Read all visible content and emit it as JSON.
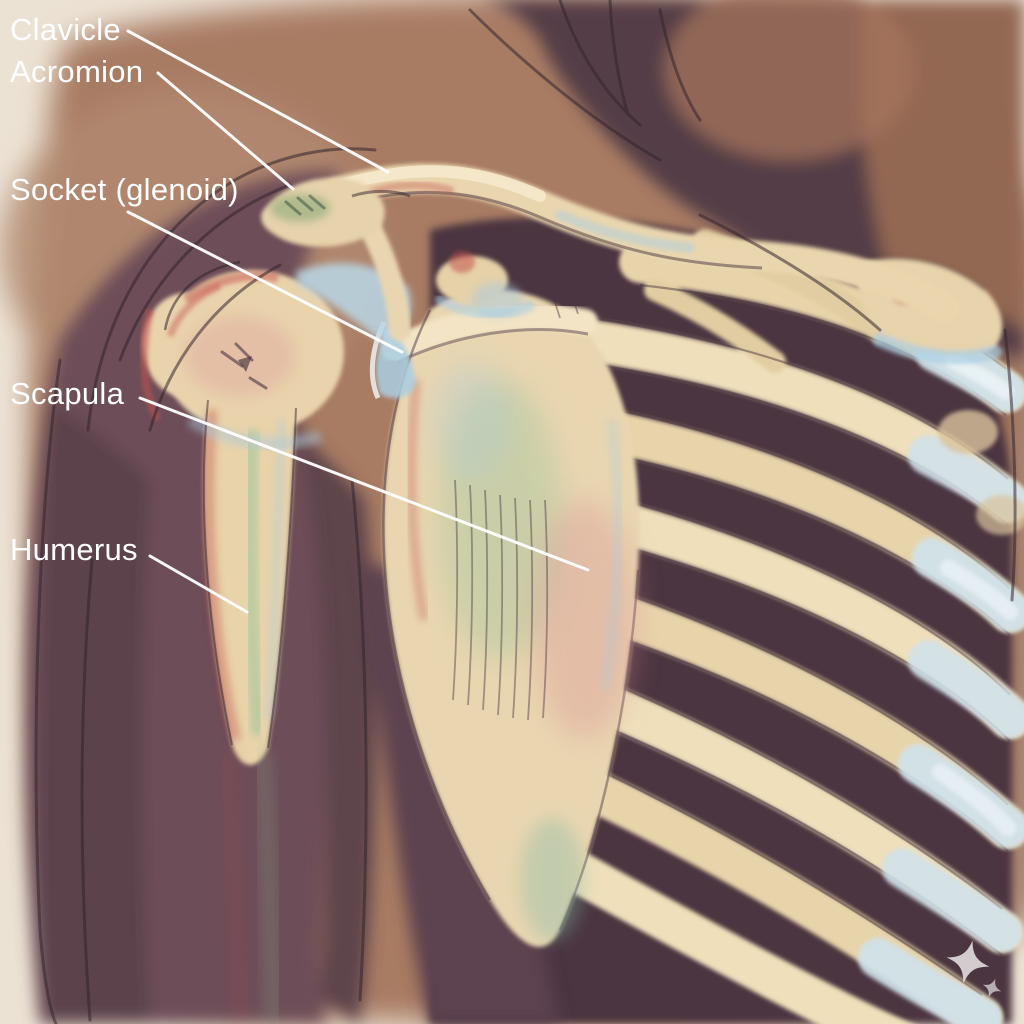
{
  "labels": {
    "clavicle": "Clavicle",
    "acromion": "Acromion",
    "socket_glenoid": "Socket (glenoid)",
    "scapula": "Scapula",
    "humerus": "Humerus"
  },
  "palette": {
    "background": "#ece2d4",
    "skin_wash": "#a87b63",
    "torso_shadow": "#553c46",
    "chest_shadow": "#4b353f",
    "arm": "#6d4e58",
    "bone": "#e8d4ab",
    "bone_light": "#f3e7c9",
    "cartilage_blue": "#cfe2ec",
    "tint_red": "#c4534e",
    "tint_green": "#93c29a",
    "tint_blue": "#a9cadd",
    "tint_pink": "#d98f96",
    "sketch_line": "#33252e",
    "label_text": "#ffffff",
    "leader_line": "#ffffff"
  },
  "icons": {
    "watermark": "sparkle-icon"
  }
}
